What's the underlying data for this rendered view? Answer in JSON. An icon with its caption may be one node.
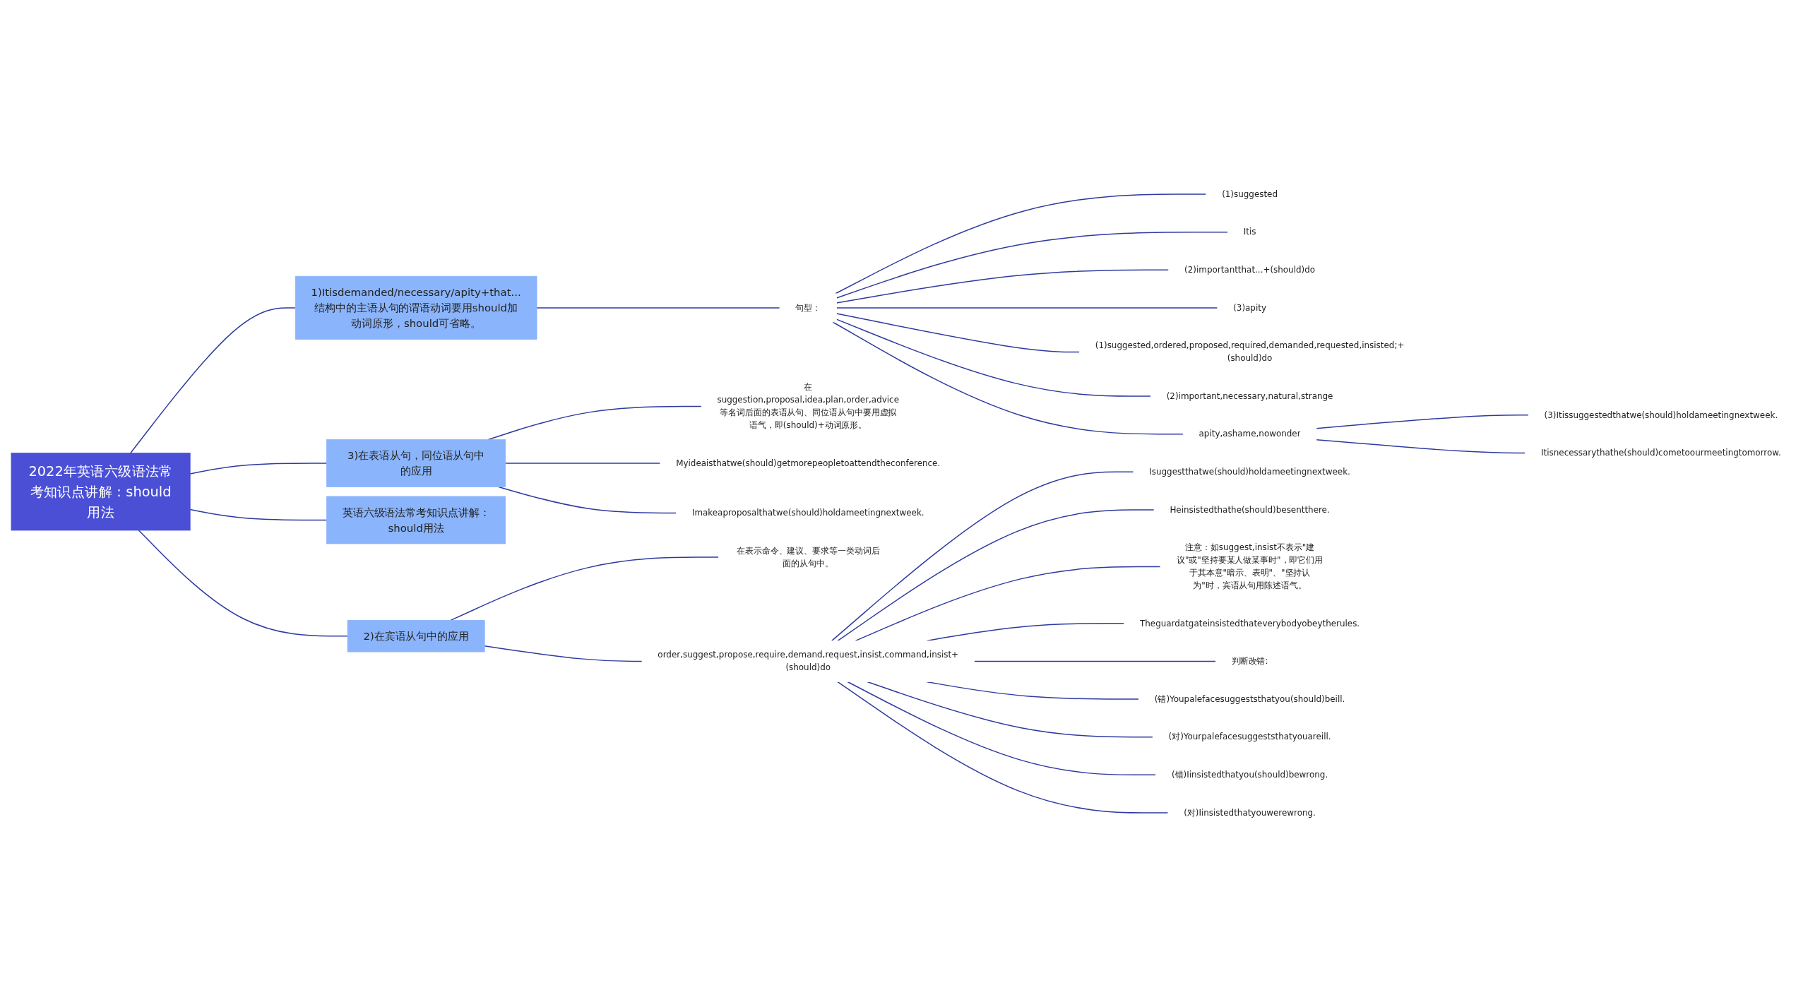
{
  "diagram": {
    "nodes": [
      {
        "text": [
          "2022年英语六级语法常考知识点讲解：should用法"
        ]
      },
      {
        "text": [
          "1)Itisdemanded/necessary/apity+that...结构中的主语从句的谓语动词要用should加动词原形，should可省略。"
        ]
      },
      {
        "text": [
          "句型："
        ]
      },
      {
        "text": [
          "(1)suggested"
        ]
      },
      {
        "text": [
          "Itis"
        ]
      },
      {
        "text": [
          "(2)importantthat...+(should)do"
        ]
      },
      {
        "text": [
          "(3)apity"
        ]
      },
      {
        "text": [
          "(1)suggested,ordered,proposed,required,demanded,requested,insisted;+(should)do"
        ]
      },
      {
        "text": [
          "(2)important,necessary,natural,strange"
        ]
      },
      {
        "text": [
          "apity,ashame,nowonder"
        ]
      },
      {
        "text": [
          "(3)Itissuggestedthatwe(should)holdameetingnextweek."
        ]
      },
      {
        "text": [
          "Itisnecessarythathe(should)cometoourmeetingtomorrow."
        ]
      },
      {
        "text": [
          "3)在表语从句，同位语从句中的应用"
        ]
      },
      {
        "text": [
          "在suggestion,proposal,idea,plan,order,advice等名词后面的表语从句、同位语从句中要用虚拟语气，即(should)+动词原形。"
        ]
      },
      {
        "text": [
          "Myideaisthatwe(should)getmorepeopletoattendtheconference."
        ]
      },
      {
        "text": [
          "Imakeaproposalthatwe(should)holdameetingnextweek."
        ]
      },
      {
        "text": [
          "英语六级语法常考知识点讲解：should用法"
        ]
      },
      {
        "text": [
          "2)在宾语从句中的应用"
        ]
      },
      {
        "text": [
          "在表示命令、建议、要求等一类动词后面的从句中。"
        ]
      },
      {
        "text": [
          "order,suggest,propose,require,demand,request,insist,command,insist+(should)do"
        ]
      },
      {
        "text": [
          "Isuggestthatwe(should)holdameetingnextweek."
        ]
      },
      {
        "text": [
          "Heinsistedthathe(should)besentthere."
        ]
      },
      {
        "text": [
          "注意：如suggest,insist不表示\"建议\"或\"坚持要某人做某事时\"，即它们用于其本意\"暗示、表明\"、\"坚持认为\"时，宾语从句用陈述语气。"
        ]
      },
      {
        "text": [
          "Theguardatgateinsistedthateverybodyobeytherules."
        ]
      },
      {
        "text": [
          "判断改错:"
        ]
      },
      {
        "text": [
          "(错)Youpalefacesuggeststhatyou(should)beill."
        ]
      },
      {
        "text": [
          "(对)Yourpalefacesuggeststhatyouareill."
        ]
      },
      {
        "text": [
          "(错)Iinsistedthatyou(should)bewrong."
        ]
      },
      {
        "text": [
          "(对)Iinsistedthatyouwerewrong."
        ]
      }
    ],
    "edges": [
      {
        "from": 0,
        "to": 1,
        "arrow": "none"
      },
      {
        "from": 1,
        "to": 2,
        "arrow": "none"
      },
      {
        "from": 2,
        "to": 3,
        "arrow": "none"
      },
      {
        "from": 2,
        "to": 4,
        "arrow": "none"
      },
      {
        "from": 2,
        "to": 5,
        "arrow": "none"
      },
      {
        "from": 2,
        "to": 6,
        "arrow": "none"
      },
      {
        "from": 2,
        "to": 7,
        "arrow": "none"
      },
      {
        "from": 2,
        "to": 8,
        "arrow": "none"
      },
      {
        "from": 2,
        "to": 9,
        "arrow": "none"
      },
      {
        "from": 9,
        "to": 10,
        "arrow": "none"
      },
      {
        "from": 9,
        "to": 11,
        "arrow": "none"
      },
      {
        "from": 0,
        "to": 12,
        "arrow": "none"
      },
      {
        "from": 12,
        "to": 13,
        "arrow": "none"
      },
      {
        "from": 12,
        "to": 14,
        "arrow": "none"
      },
      {
        "from": 12,
        "to": 15,
        "arrow": "none"
      },
      {
        "from": 0,
        "to": 16,
        "arrow": "none"
      },
      {
        "from": 0,
        "to": 17,
        "arrow": "none"
      },
      {
        "from": 17,
        "to": 18,
        "arrow": "none"
      },
      {
        "from": 17,
        "to": 19,
        "arrow": "none"
      },
      {
        "from": 19,
        "to": 20,
        "arrow": "none"
      },
      {
        "from": 19,
        "to": 21,
        "arrow": "none"
      },
      {
        "from": 19,
        "to": 22,
        "arrow": "none"
      },
      {
        "from": 19,
        "to": 23,
        "arrow": "none"
      },
      {
        "from": 19,
        "to": 24,
        "arrow": "none"
      },
      {
        "from": 19,
        "to": 25,
        "arrow": "none"
      },
      {
        "from": 19,
        "to": 26,
        "arrow": "none"
      },
      {
        "from": 19,
        "to": 27,
        "arrow": "none"
      },
      {
        "from": 19,
        "to": 28,
        "arrow": "none"
      }
    ]
  }
}
